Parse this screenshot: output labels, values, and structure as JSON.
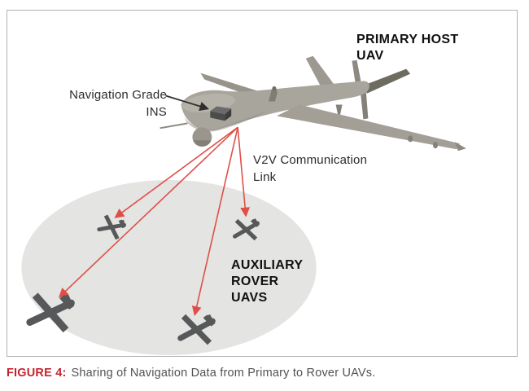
{
  "figure": {
    "caption": {
      "label": "FIGURE 4:",
      "text": "Sharing of Navigation Data from Primary to Rover UAVs."
    },
    "labels": {
      "primary_host_uav": [
        "PRIMARY HOST",
        "UAV"
      ],
      "navigation_grade_ins": [
        "Navigation Grade",
        "INS"
      ],
      "v2v_link": [
        "V2V Communication",
        "Link"
      ],
      "auxiliary_rover_uavs": [
        "AUXILIARY",
        "ROVER",
        "UAVS"
      ]
    },
    "diagram": {
      "rover_uav_count": 4,
      "v2v_link_count": 4
    },
    "colors": {
      "caption_red": "#c4242e",
      "arrow_red": "#df4f47",
      "ellipse_gray": "#e4e4e3",
      "drone_gray": "#a8a59c",
      "rover_gray": "#57585a",
      "border_gray": "#b3b1b0"
    }
  }
}
